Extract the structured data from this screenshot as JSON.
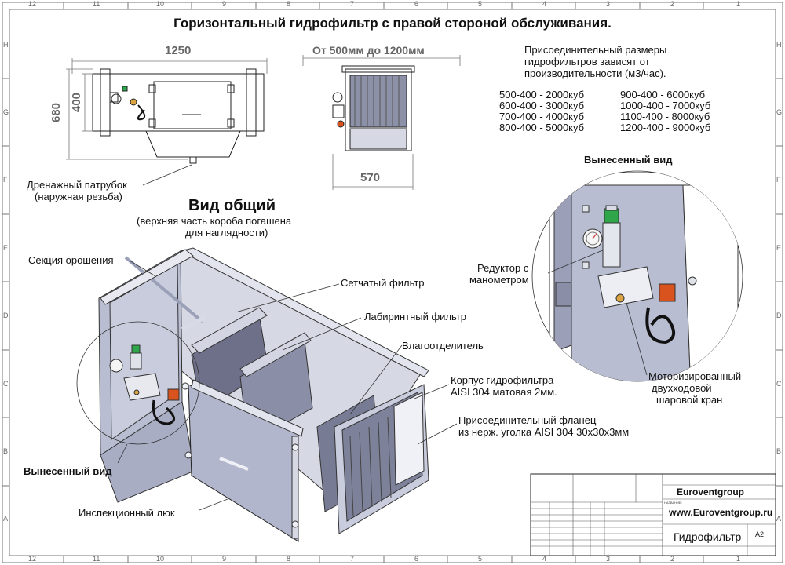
{
  "sheet": {
    "title": "Горизонтальный гидрофильтр с правой стороной обслуживания.",
    "top_ruler": [
      "12",
      "11",
      "10",
      "9",
      "8",
      "7",
      "6",
      "5",
      "4",
      "3",
      "2",
      "1"
    ],
    "bottom_ruler": [
      "12",
      "11",
      "10",
      "9",
      "8",
      "7",
      "6",
      "5",
      "4",
      "3",
      "2",
      "1"
    ],
    "left_ruler": [
      "H",
      "G",
      "F",
      "E",
      "D",
      "C",
      "B",
      "A"
    ],
    "right_ruler": [
      "H",
      "G",
      "F",
      "E",
      "D",
      "C",
      "B",
      "A"
    ]
  },
  "top_view": {
    "dim_length": "1250",
    "dim_height_outer": "680",
    "dim_height_inner": "400"
  },
  "side_view": {
    "dim_range": "От 500мм до 1200мм",
    "dim_width": "570"
  },
  "note": {
    "lines": [
      "Присоединительный размеры",
      "гидрофильтров зависят от",
      "производительности (м3/час)."
    ]
  },
  "sizes": {
    "left": [
      "500-400 - 2000куб",
      "600-400 - 3000куб",
      "700-400 - 4000куб",
      "800-400 - 5000куб"
    ],
    "right": [
      "900-400 - 6000куб",
      "1000-400 - 7000куб",
      "1100-400 - 8000куб",
      "1200-400 - 9000куб"
    ]
  },
  "labels": {
    "drain_1": "Дренажный патрубок",
    "drain_2": "(наружная резьба)",
    "general_title": "Вид общий",
    "general_sub_1": "(верхняя часть короба погашена",
    "general_sub_2": "для наглядности)",
    "spray": "Секция орошения",
    "mesh": "Сетчатый фильтр",
    "labyrinth": "Лабиринтный фильтр",
    "separator": "Влагоотделитель",
    "body_1": "Корпус гидрофильтра",
    "body_2": "AISI 304 матовая 2мм.",
    "flange_1": "Присоединительный фланец",
    "flange_2": "из нерж. уголка AISI 304 30х30х3мм",
    "hatch": "Инспекционный люк",
    "detail_left": "Вынесенный вид",
    "detail_right": "Вынесенный вид",
    "reducer_1": "Редуктор с",
    "reducer_2": "манометром",
    "valve_1": "Моторизированный",
    "valve_2": "двухходовой",
    "valve_3": "шаровой кран"
  },
  "title_block": {
    "company": "Euroventgroup",
    "website": "www.Euroventgroup.ru",
    "product": "Гидрофильтр",
    "format": "A2",
    "name_label": "НАЗВАНИЕ:"
  },
  "colors": {
    "metal_light": "#c9ccdc",
    "metal_mid": "#a9adc4",
    "metal_dark": "#7d8199",
    "line": "#222222",
    "frame": "#777777",
    "dim": "#6a6a6a",
    "green_cap": "#2fa64a",
    "brass": "#d9a441",
    "valve_red": "#d9531e"
  }
}
